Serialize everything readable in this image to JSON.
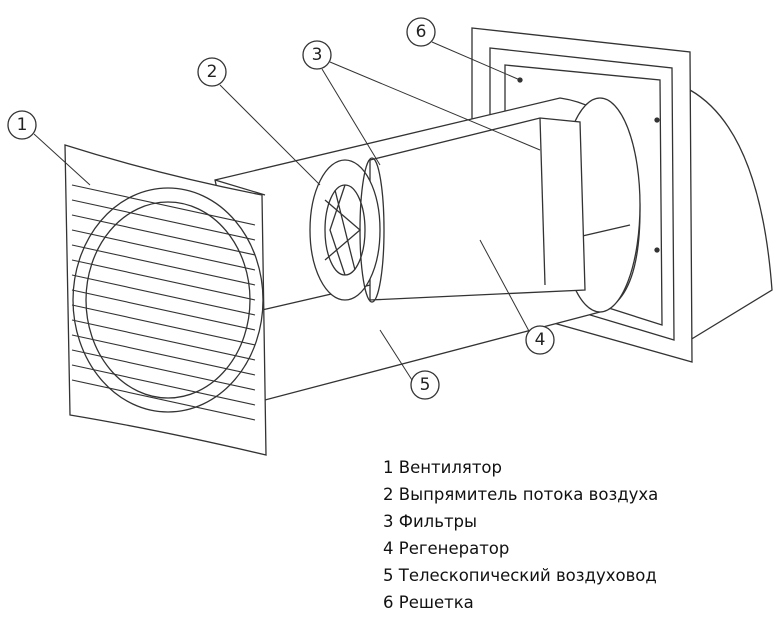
{
  "callouts": [
    "1",
    "2",
    "3",
    "4",
    "5",
    "6"
  ],
  "legend": [
    {
      "num": "1",
      "label": "Вентилятор"
    },
    {
      "num": "2",
      "label": "Выпрямитель потока воздуха"
    },
    {
      "num": "3",
      "label": "Фильтры"
    },
    {
      "num": "4",
      "label": "Регенератор"
    },
    {
      "num": "5",
      "label": "Телескопический воздуховод"
    },
    {
      "num": "6",
      "label": "Решетка"
    }
  ],
  "colors": {
    "line": "#333333",
    "fill": "#ffffff"
  }
}
